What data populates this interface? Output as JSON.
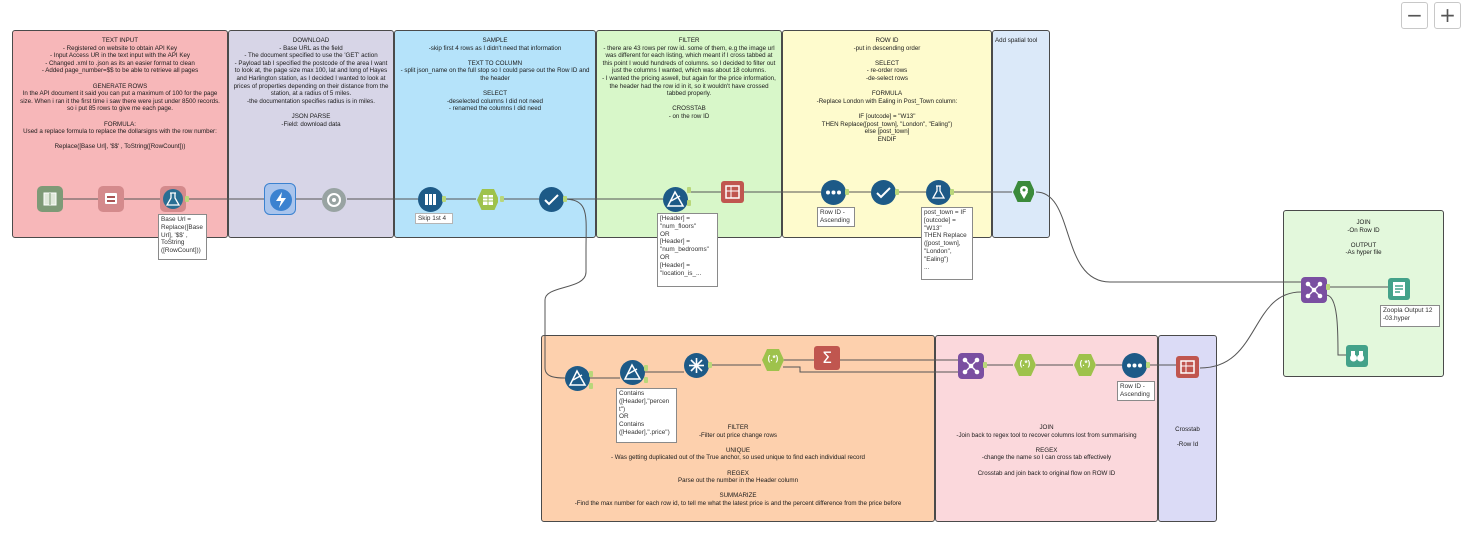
{
  "zoom": {
    "out_label": "−",
    "in_label": "+"
  },
  "containers": {
    "text_input": "TEXT INPUT\n- Registered on website to obtain API Key\n- Input Access UR in the text input with the API Key\n- Changed .xml to .json as its an easier format to clean\n- Added page_number=$$ to be able to retrieve all pages\n\nGENERATE ROWS\nIn the API document it said you can put a maximum of 100 for the page size. When i ran it the first time i saw there were just under 8500 records. so i put 85 rows to give me each page.\n\nFORMULA:\nUsed a replace formula to replace the dollarsigns with the row number:\n\nReplace([Base Url], '$$' , ToString([RowCount]))",
    "download": "DOWNLOAD\n- Base URL as the field\n- The document specified to use the 'GET' action\n- Payload tab I specified the postcode of the area I want to look at, the page size max 100, lat and long of Hayes and Harlington station, as I decided I wanted to look at prices of properties depending on their distance from the station, at a radius of 5 miles.\n-the documentation specifies radius is in miles.\n\nJSON PARSE\n-Field: download data",
    "sample": "SAMPLE\n-skip first 4 rows as I didn't need that information\n\nTEXT TO COLUMN\n- split json_name on the full stop so I could parse out the Row ID and the header\n\nSELECT\n-deselected columns I did not need\n- renamed the columns I did need",
    "filter": "FILTER\n- there are 43 rows per row id. some of them, e.g the image url was different for each listing, which meant if I cross tabbed at this point I would hundreds of columns. so I decided to filter out just the columns I wanted, which was about 18 columns.\n- I wanted the pricing aswell, but again for the price information, the header had the row id in it, so it wouldn't have crossed tabbed properly.\n\nCROSSTAB\n- on the row ID",
    "rowid": "ROW ID\n-put in descending order\n\nSELECT\n- re-order rows\n-de-select rows\n\nFORMULA\n-Replace London with Ealing in Post_Town column:\n\nIF [outcode] = \"W13\"\nTHEN Replace([post_town], \"London\", \"Ealing\")\nelse [post_town]\nENDIF",
    "spatial": "Add spatial tool",
    "join_output": "JOIN\n-On Row ID\n\nOUTPUT\n-As hyper file",
    "bottom_left": "FILTER\n-Filter out price change rows\n\nUNIQUE\n- Was getting duplicated out of the True anchor, so used unique to find each individual record\n\nREGEX\nParse out the number in the Header column\n\nSUMMARIZE\n-Find the max number for each row id, to tell me what the latest price is and the percent difference from the price before",
    "join_regex": "JOIN\n-Join back to regex tool to recover columns lost from summarising\n\nREGEX\n-change the name so I can cross tab effectively\n\nCrosstab and join back to original flow on ROW ID",
    "crosstab": "Crosstab\n\n-Row Id"
  },
  "annotations": {
    "formula_base": "Base Url =\nReplace([Base\nUrl], '$$' ,\nToString\n([RowCount]))",
    "sample": "Skip 1st 4",
    "filter_top": "[Header] =\n\"num_floors\"\nOR\n[Header] =\n\"num_bedrooms\"\nOR\n[Header] =\n\"location_is_...",
    "rowid_top": "Row ID -\nAscending",
    "formula_town": "post_town = IF\n[outcode] =\n\"W13\"\nTHEN Replace\n([post_town],\n\"London\",\n\"Ealing\")\n...",
    "filter_bottom": "Contains\n([Header],\"percen\nt\")\nOR\nContains\n([Header],\".price\")",
    "rowid_bottom": "Row ID -\nAscending",
    "output": "Zoopla Output 12\n-03.hyper"
  },
  "tools": {
    "hex_regex_label": "(.*)",
    "summarize_symbol": "Σ"
  },
  "colors": {
    "text_input": "#f7b7b9",
    "download": "#d7d5e7",
    "sample": "#b5e3fa",
    "filter": "#d8f7c9",
    "rowid": "#fefbcd",
    "spatial": "#dbe9f9",
    "join_output": "#e3f8dc",
    "bottom_left": "#fdd0ad",
    "join_regex": "#fbd8dc",
    "crosstab": "#dbdbf6",
    "input_tool": "#7e9a77",
    "download_tool": "#3b82d0",
    "parse_tool": "#98a3a2",
    "prep_tool": "#1d5a87",
    "join_tool": "#7a4fa1",
    "transform_tool": "#c0564f",
    "parse_hex": "#9ec24c",
    "spatial_tool": "#3b8a3b",
    "output_tool": "#44a28a"
  }
}
